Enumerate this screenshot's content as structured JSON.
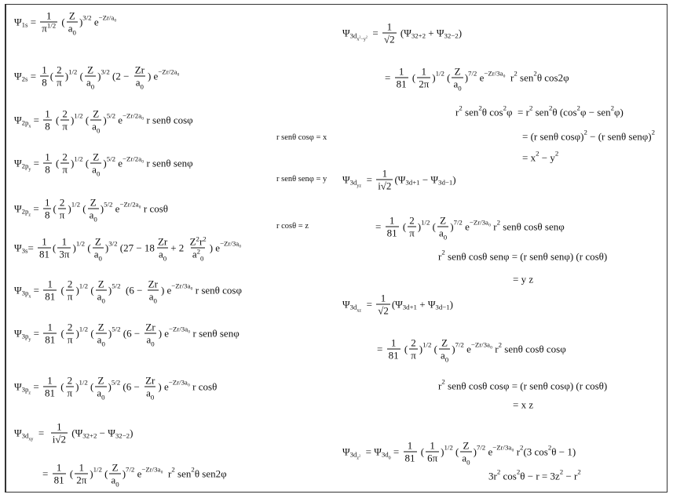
{
  "equations": {
    "psi_1s": [
      "Ψ",
      {
        "sub": "1s"
      },
      " = ",
      {
        "f": [
          "1",
          [
            "π",
            {
              "sup": "1/2"
            }
          ]
        ]
      },
      " (",
      {
        "f": [
          "Z",
          [
            "a",
            {
              "sub": "0"
            }
          ]
        ]
      },
      ")",
      {
        "sup": "3/2"
      },
      " e",
      {
        "sup": "−Zr/a₀"
      }
    ],
    "psi_2s": [
      "Ψ",
      {
        "sub": "2s"
      },
      " = ",
      {
        "f": [
          "1",
          "8"
        ]
      },
      "(",
      {
        "f": [
          "2",
          "π"
        ]
      },
      ")",
      {
        "sup": "1/2"
      },
      " (",
      {
        "f": [
          "Z",
          [
            "a",
            {
              "sub": "0"
            }
          ]
        ]
      },
      ")",
      {
        "sup": "3/2"
      },
      " (2 − ",
      {
        "f": [
          "Zr",
          [
            "a",
            {
              "sub": "0"
            }
          ]
        ]
      },
      ") e",
      {
        "sup": "−Zr/2a₀"
      }
    ],
    "psi_2px": [
      "Ψ",
      {
        "sub": [
          "2p",
          {
            "sub": "x"
          }
        ]
      },
      " = ",
      {
        "f": [
          "1",
          "8"
        ]
      },
      " (",
      {
        "f": [
          "2",
          "π"
        ]
      },
      ")",
      {
        "sup": "1/2"
      },
      " (",
      {
        "f": [
          "Z",
          [
            "a",
            {
              "sub": "0"
            }
          ]
        ]
      },
      ")",
      {
        "sup": "5/2"
      },
      " e",
      {
        "sup": "−Zr/2a₀"
      },
      " r senθ cosφ"
    ],
    "psi_2py": [
      "Ψ",
      {
        "sub": [
          "2p",
          {
            "sub": "y"
          }
        ]
      },
      " = ",
      {
        "f": [
          "1",
          "8"
        ]
      },
      " (",
      {
        "f": [
          "2",
          "π"
        ]
      },
      ")",
      {
        "sup": "1/2"
      },
      " (",
      {
        "f": [
          "Z",
          [
            "a",
            {
              "sub": "0"
            }
          ]
        ]
      },
      ")",
      {
        "sup": "5/2"
      },
      " e",
      {
        "sup": "−Zr/2a₀"
      },
      " r senθ senφ"
    ],
    "psi_2pz": [
      "Ψ",
      {
        "sub": [
          "2p",
          {
            "sub": "z"
          }
        ]
      },
      " = ",
      {
        "f": [
          "1",
          "8"
        ]
      },
      "(",
      {
        "f": [
          "2",
          "π"
        ]
      },
      ")",
      {
        "sup": "1/2"
      },
      " (",
      {
        "f": [
          "Z",
          [
            "a",
            {
              "sub": "0"
            }
          ]
        ]
      },
      ")",
      {
        "sup": "5/2"
      },
      " e",
      {
        "sup": "−Zr/2a₀"
      },
      " r cosθ"
    ],
    "psi_3s": [
      "Ψ",
      {
        "sub": "3s"
      },
      "= ",
      {
        "f": [
          "1",
          "81"
        ]
      },
      "(",
      {
        "f": [
          "1",
          "3π"
        ]
      },
      ")",
      {
        "sup": "1/2"
      },
      " (",
      {
        "f": [
          "Z",
          [
            "a",
            {
              "sub": "0"
            }
          ]
        ]
      },
      ")",
      {
        "sup": "3/2"
      },
      " (27 − 18",
      {
        "f": [
          "Zr",
          [
            "a",
            {
              "sub": "0"
            }
          ]
        ]
      },
      "+ 2 ",
      {
        "f": [
          [
            "Z",
            {
              "sup": "2"
            },
            "r",
            {
              "sup": "2"
            }
          ],
          [
            "a",
            {
              "sup": "2"
            },
            {
              "sub": "0"
            }
          ]
        ]
      },
      ") e",
      {
        "sup": "−Zr/3a₀"
      }
    ],
    "psi_3px": [
      "Ψ",
      {
        "sub": [
          "3p",
          {
            "sub": "x"
          }
        ]
      },
      " = ",
      {
        "f": [
          "1",
          "81"
        ]
      },
      " (",
      {
        "f": [
          "2",
          "π"
        ]
      },
      ")",
      {
        "sup": "1/2"
      },
      " (",
      {
        "f": [
          "Z",
          [
            "a",
            {
              "sub": "0"
            }
          ]
        ]
      },
      ")",
      {
        "sup": "5/2"
      },
      "  (6 − ",
      {
        "f": [
          "Zr",
          [
            "a",
            {
              "sub": "0"
            }
          ]
        ]
      },
      ") e",
      {
        "sup": "−Zr/3a₀"
      },
      " r senθ cosφ"
    ],
    "psi_3py": [
      "Ψ",
      {
        "sub": [
          "3p",
          {
            "sub": "y"
          }
        ]
      },
      " = ",
      {
        "f": [
          "1",
          "81"
        ]
      },
      " (",
      {
        "f": [
          "2",
          "π"
        ]
      },
      ")",
      {
        "sup": "1/2"
      },
      " (",
      {
        "f": [
          "Z",
          [
            "a",
            {
              "sub": "0"
            }
          ]
        ]
      },
      ")",
      {
        "sup": "5/2"
      },
      " (6 − ",
      {
        "f": [
          "Zr",
          [
            "a",
            {
              "sub": "0"
            }
          ]
        ]
      },
      ") e",
      {
        "sup": "−Zr/3a₀"
      },
      " r senθ senφ"
    ],
    "psi_3pz": [
      "Ψ",
      {
        "sub": [
          "3p",
          {
            "sub": "z"
          }
        ]
      },
      " = ",
      {
        "f": [
          "1",
          "81"
        ]
      },
      " (",
      {
        "f": [
          "2",
          "π"
        ]
      },
      ")",
      {
        "sup": "1/2"
      },
      " (",
      {
        "f": [
          "Z",
          [
            "a",
            {
              "sub": "0"
            }
          ]
        ]
      },
      ")",
      {
        "sup": "5/2"
      },
      " (6 − ",
      {
        "f": [
          "Zr",
          [
            "a",
            {
              "sub": "0"
            }
          ]
        ]
      },
      ") e",
      {
        "sup": "−Zr/3a₀"
      },
      " r cosθ"
    ],
    "psi_3dxy": [
      "Ψ",
      {
        "sub": [
          "3d",
          {
            "sub": "xy"
          }
        ]
      },
      "  =  ",
      {
        "f": [
          "1",
          "i√2"
        ]
      },
      " (Ψ",
      {
        "sub": "32+2"
      },
      " − Ψ",
      {
        "sub": "32−2"
      },
      ")"
    ],
    "psi_3dxy_expanded": [
      "= ",
      {
        "f": [
          "1",
          "81"
        ]
      },
      " (",
      {
        "f": [
          "1",
          "2π"
        ]
      },
      ")",
      {
        "sup": "1/2"
      },
      " (",
      {
        "f": [
          "Z",
          [
            "a",
            {
              "sub": "0"
            }
          ]
        ]
      },
      ")",
      {
        "sup": "7/2"
      },
      " e",
      {
        "sup": "−Zr/3a₀"
      },
      "  r",
      {
        "sup": "2"
      },
      " sen",
      {
        "sup": "2"
      },
      "θ sen2φ"
    ],
    "rel_x": [
      "r senθ cosφ = x"
    ],
    "rel_y": [
      "r senθ senφ = y"
    ],
    "rel_z": [
      "r cosθ = z"
    ],
    "psi_3dx2y2": [
      "Ψ",
      {
        "sub": [
          "3d",
          {
            "sub": [
              "x",
              {
                "sup": "2"
              },
              "−y",
              {
                "sup": "2"
              }
            ]
          }
        ]
      },
      "  = ",
      {
        "f": [
          "1",
          "√2"
        ]
      },
      " (Ψ",
      {
        "sub": "32+2"
      },
      " + Ψ",
      {
        "sub": "32−2"
      },
      ")"
    ],
    "psi_3dx2y2_expanded": [
      "= ",
      {
        "f": [
          "1",
          "81"
        ]
      },
      " (",
      {
        "f": [
          "1",
          "2π"
        ]
      },
      ")",
      {
        "sup": "1/2"
      },
      " (",
      {
        "f": [
          "Z",
          [
            "a",
            {
              "sub": "0"
            }
          ]
        ]
      },
      ")",
      {
        "sup": "7/2"
      },
      " e",
      {
        "sup": "−Zr/3a₀"
      },
      "  r",
      {
        "sup": "2"
      },
      " sen",
      {
        "sup": "2"
      },
      "θ cos2φ"
    ],
    "x2y2_step1": [
      "r",
      {
        "sup": "2"
      },
      " sen",
      {
        "sup": "2"
      },
      "θ cos",
      {
        "sup": "2"
      },
      "φ  = r",
      {
        "sup": "2"
      },
      " sen",
      {
        "sup": "2"
      },
      "θ (cos",
      {
        "sup": "2"
      },
      "φ − sen",
      {
        "sup": "2"
      },
      "φ)"
    ],
    "x2y2_step2": [
      "= (r senθ cosφ)",
      {
        "sup": "2"
      },
      " − (r senθ senφ)",
      {
        "sup": "2"
      }
    ],
    "x2y2_step3": [
      "= x",
      {
        "sup": "2"
      },
      " − y",
      {
        "sup": "2"
      }
    ],
    "psi_3dyz": [
      "Ψ",
      {
        "sub": [
          "3d",
          {
            "sub": "yz"
          }
        ]
      },
      "  = ",
      {
        "f": [
          "1",
          "i√2"
        ]
      },
      "(Ψ",
      {
        "sub": "3d+1"
      },
      " − Ψ",
      {
        "sub": "3d−1"
      },
      ")"
    ],
    "psi_3dyz_expanded": [
      "= ",
      {
        "f": [
          "1",
          "81"
        ]
      },
      " (",
      {
        "f": [
          "2",
          "π"
        ]
      },
      ")",
      {
        "sup": "1/2"
      },
      " (",
      {
        "f": [
          "Z",
          [
            "a",
            {
              "sub": "0"
            }
          ]
        ]
      },
      ")",
      {
        "sup": "7/2"
      },
      " e",
      {
        "sup": "−Zr/3a₀"
      },
      " r",
      {
        "sup": "2"
      },
      " senθ cosθ senφ"
    ],
    "yz_step1": [
      "r",
      {
        "sup": "2"
      },
      " senθ cosθ senφ = (r senθ senφ) (r cosθ)"
    ],
    "yz_step2": [
      "= y z"
    ],
    "psi_3dxz": [
      "Ψ",
      {
        "sub": [
          "3d",
          {
            "sub": "xz"
          }
        ]
      },
      "  = ",
      {
        "f": [
          "1",
          "√2"
        ]
      },
      "(Ψ",
      {
        "sub": "3d+1"
      },
      " + Ψ",
      {
        "sub": "3d−1"
      },
      ")"
    ],
    "psi_3dxz_expanded": [
      "= ",
      {
        "f": [
          "1",
          "81"
        ]
      },
      " (",
      {
        "f": [
          "2",
          "π"
        ]
      },
      ")",
      {
        "sup": "1/2"
      },
      " (",
      {
        "f": [
          "Z",
          [
            "a",
            {
              "sub": "0"
            }
          ]
        ]
      },
      ")",
      {
        "sup": "7/2"
      },
      " e",
      {
        "sup": "−Zr/3a₀"
      },
      " r",
      {
        "sup": "2"
      },
      " senθ cosθ cosφ"
    ],
    "xz_step1": [
      "r",
      {
        "sup": "2"
      },
      " senθ cosθ cosφ = (r senθ cosφ) (r cosθ)"
    ],
    "xz_step2": [
      "= x z"
    ],
    "psi_3dz2": [
      "Ψ",
      {
        "sub": [
          "3d",
          {
            "sub": [
              "z",
              {
                "sup": "2"
              }
            ]
          }
        ]
      },
      "  = Ψ",
      {
        "sub": [
          "3d",
          {
            "sub": "0"
          }
        ]
      },
      " = ",
      {
        "f": [
          "1",
          "81"
        ]
      },
      " (",
      {
        "f": [
          "1",
          "6π"
        ]
      },
      ")",
      {
        "sup": "1/2"
      },
      " (",
      {
        "f": [
          "Z",
          [
            "a",
            {
              "sub": "0"
            }
          ]
        ]
      },
      ")",
      {
        "sup": "7/2"
      },
      " e",
      {
        "sup": "−Zr/3a₀"
      },
      " r",
      {
        "sup": "2"
      },
      "(3 cos",
      {
        "sup": "2"
      },
      "θ − 1)"
    ],
    "z2_step1": [
      "3r",
      {
        "sup": "2"
      },
      " cos",
      {
        "sup": "2"
      },
      "θ − r = 3z",
      {
        "sup": "2"
      },
      " − r",
      {
        "sup": "2"
      }
    ]
  }
}
